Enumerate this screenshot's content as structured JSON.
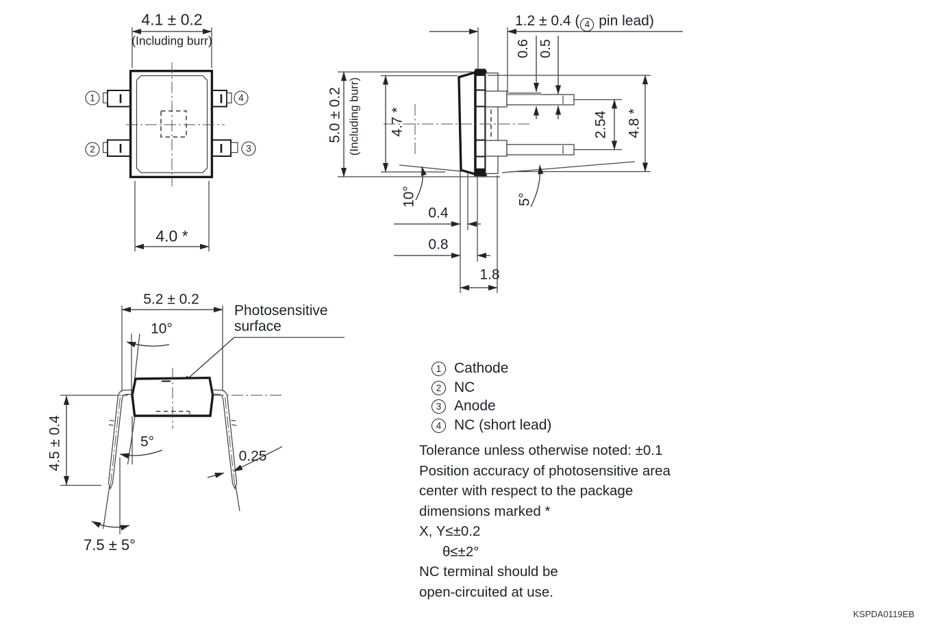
{
  "drawing_code": "KSPDA0119EB",
  "front_view": {
    "pin1": "1",
    "pin2": "2",
    "pin3": "3",
    "pin4": "4",
    "dim_width": "4.1 ± 0.2",
    "dim_width_note": "(Including burr)",
    "dim_width_ref": "4.0 *"
  },
  "side_view": {
    "dim_pin4_lead_prefix": "1.2 ± 0.4 (",
    "dim_pin4_lead_num": "4",
    "dim_pin4_lead_suffix": " pin lead)",
    "dim_lead_thick_with_plating": "0.6",
    "dim_lead_thick": "0.5",
    "dim_height": "5.0 ± 0.2",
    "dim_height_note": "(Including burr)",
    "dim_height_ref": "4.7 *",
    "dim_lead_pitch": "2.54",
    "dim_lead_span_ref": "4.8 *",
    "angle_body_draft": "10°",
    "angle_lead_bend": "5°",
    "dim_step1": "0.4",
    "dim_step2": "0.8",
    "dim_step3": "1.8"
  },
  "bottom_view": {
    "dim_width": "5.2 ± 0.2",
    "angle_draft": "10°",
    "callout_line1": "Photosensitive",
    "callout_line2": "surface",
    "dim_height": "4.5 ± 0.4",
    "angle_lead": "5°",
    "dim_lead_width": "0.25",
    "angle_lead_splay": "7.5 ± 5°"
  },
  "legend": {
    "items": [
      {
        "num": "1",
        "label": "Cathode"
      },
      {
        "num": "2",
        "label": "NC"
      },
      {
        "num": "3",
        "label": "Anode"
      },
      {
        "num": "4",
        "label": "NC (short lead)"
      }
    ]
  },
  "notes": {
    "lines": [
      "Tolerance unless otherwise noted: ±0.1",
      "Position accuracy of photosensitive area",
      "center with respect to the package",
      "dimensions marked *",
      "X, Y≤±0.2",
      "θ≤±2°",
      "NC terminal should be",
      "open-circuited at use."
    ]
  }
}
